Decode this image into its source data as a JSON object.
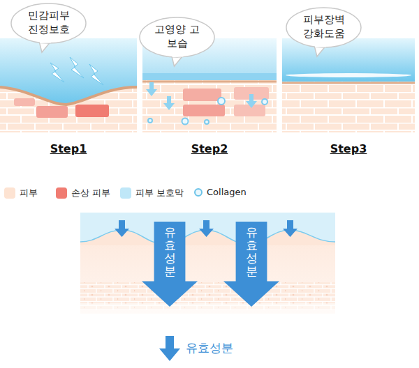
{
  "diagram": {
    "nodes": [
      {
        "text": [
          "민감피부 진정보호"
        ]
      },
      {
        "text": [
          "고영양 고보습"
        ]
      },
      {
        "text": [
          "피부장벽 강화도움"
        ]
      },
      {
        "text": [
          "유효성분"
        ]
      },
      {
        "text": [
          "유효성분"
        ]
      }
    ],
    "edges": [],
    "labels": [
      "Step1",
      "Step2",
      "Step3",
      "유효성분"
    ],
    "legend": [
      {
        "text": "피부",
        "color": "#fde3d2"
      },
      {
        "text": "손상 피부",
        "color": "#f07c72"
      },
      {
        "text": "피부 보호막",
        "color": "#bfe7f8"
      },
      {
        "text": "Collagen"
      }
    ]
  }
}
